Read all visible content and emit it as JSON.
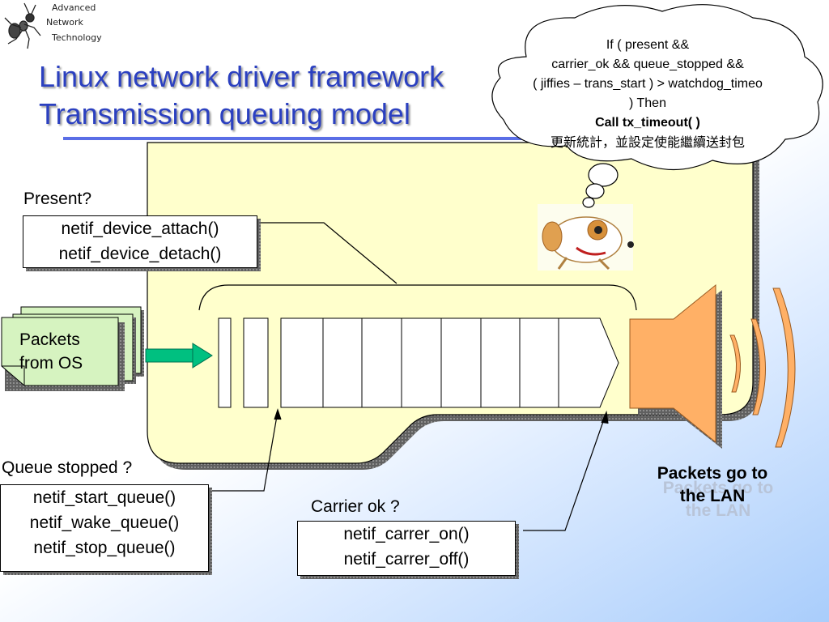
{
  "logo": {
    "lines": [
      "Advanced",
      "Network",
      "Technology"
    ]
  },
  "title": {
    "line1": "Linux network driver framework",
    "line2": "Transmission queuing model"
  },
  "present_label": "Present?",
  "present_box": {
    "lines": [
      "netif_device_attach()",
      "netif_device_detach()"
    ]
  },
  "packets_from_os": {
    "lines": [
      "Packets",
      "from OS"
    ]
  },
  "queue_stopped_label": "Queue stopped ?",
  "queue_box": {
    "lines": [
      "netif_start_queue()",
      "netif_wake_queue()",
      "netif_stop_queue()"
    ]
  },
  "carrier_label": "Carrier ok ?",
  "carrier_box": {
    "lines": [
      "netif_carrer_on()",
      "netif_carrer_off()"
    ]
  },
  "cloud": {
    "lines": [
      "If ( present &&",
      "carrier_ok && queue_stopped &&",
      "( jiffies – trans_start ) > watchdog_timeo",
      ") Then"
    ],
    "bold_line": "Call tx_timeout( )",
    "chinese_line": "更新統計，並設定使能繼續送封包"
  },
  "lan_label": {
    "lines": [
      "Packets go to",
      "the LAN"
    ]
  },
  "colors": {
    "title": "#2b40c0",
    "panel_fill": "#ffffcc",
    "panel_shadow": "#808080",
    "packets_fill": "#d6f3c0",
    "arrow": "#00c080",
    "speaker": "#ffb066",
    "underline": "#5a6ee6"
  },
  "icons": [
    "ant-logo-icon",
    "puppy-icon",
    "speaker-icon",
    "green-arrow-icon"
  ]
}
